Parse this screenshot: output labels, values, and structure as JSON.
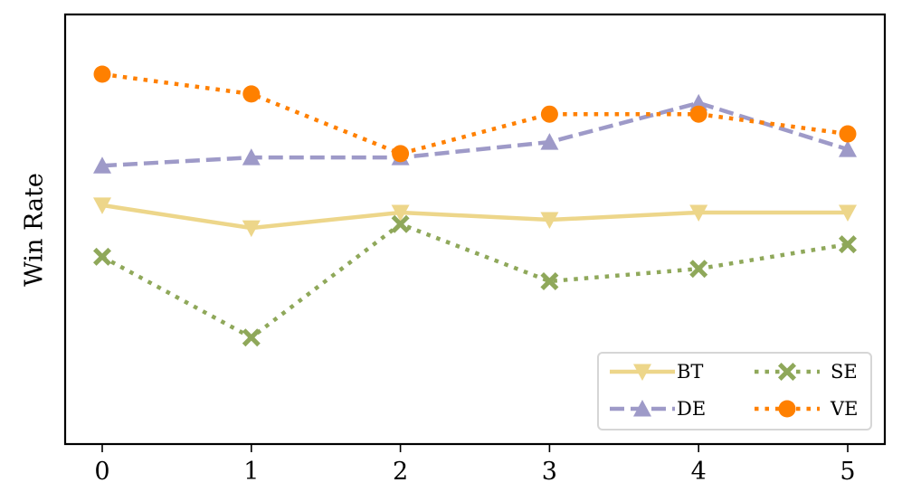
{
  "chart_data": {
    "type": "line",
    "title": "",
    "xlabel": "",
    "ylabel": "Win Rate",
    "x": [
      0,
      1,
      2,
      3,
      4,
      5
    ],
    "xticks": [
      "0",
      "1",
      "2",
      "3",
      "4",
      "5"
    ],
    "yticks": [],
    "ylim": [
      0,
      1
    ],
    "grid": false,
    "legend_position": "lower right",
    "legend_columns": 2,
    "series": [
      {
        "name": "BT",
        "color": "#EDD68A",
        "linestyle": "solid",
        "marker": "triangle-down",
        "values": [
          0.556,
          0.503,
          0.539,
          0.522,
          0.539,
          0.539
        ]
      },
      {
        "name": "DE",
        "color": "#9E9AC8",
        "linestyle": "dashed",
        "marker": "triangle-up",
        "values": [
          0.648,
          0.667,
          0.667,
          0.703,
          0.794,
          0.686
        ]
      },
      {
        "name": "SE",
        "color": "#8FA85A",
        "linestyle": "dotted",
        "marker": "x-filled",
        "values": [
          0.436,
          0.248,
          0.512,
          0.379,
          0.408,
          0.465
        ]
      },
      {
        "name": "VE",
        "color": "#FF8000",
        "linestyle": "dotted",
        "marker": "circle",
        "values": [
          0.861,
          0.815,
          0.676,
          0.768,
          0.768,
          0.722
        ]
      }
    ]
  },
  "legend": {
    "items": [
      {
        "label": "BT"
      },
      {
        "label": "DE"
      },
      {
        "label": "SE"
      },
      {
        "label": "VE"
      }
    ]
  }
}
